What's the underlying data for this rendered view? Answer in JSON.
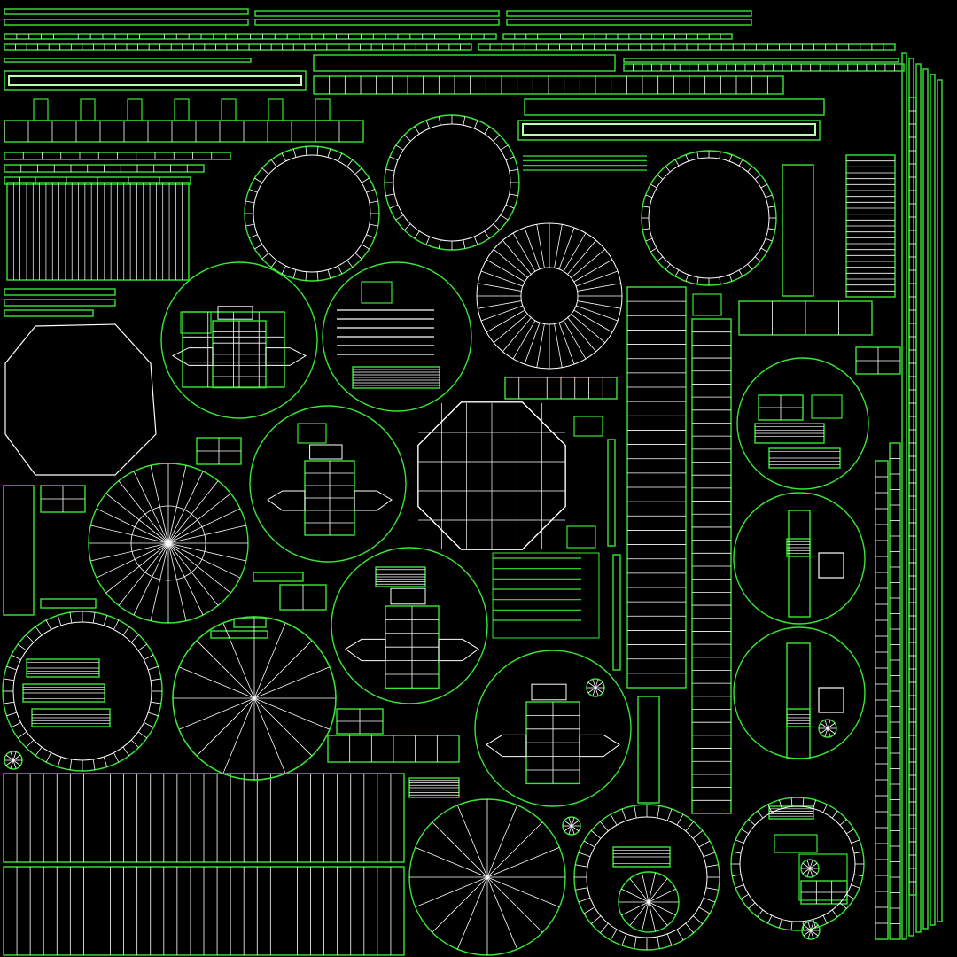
{
  "view": {
    "background_color": "#000000",
    "outer_edge_color": "#39e636",
    "inner_edge_color": "#ffffff",
    "highlight_edge_color": "#b8ffb0"
  },
  "shell_counts": {
    "circular_islands": 31,
    "octagonal_islands": 2,
    "strip_groups": 48,
    "grid_blocks": 9,
    "box_unwraps": 9
  }
}
